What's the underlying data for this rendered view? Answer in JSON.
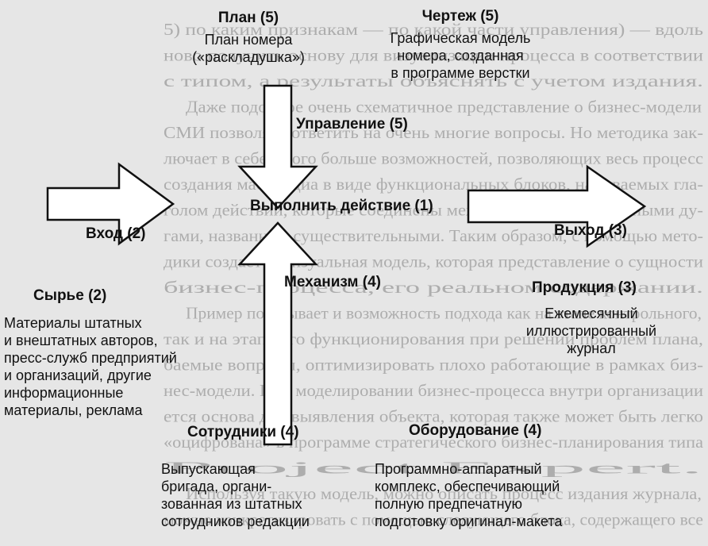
{
  "background_text_lines": [
    "5) по каким признакам — по какой части управления) — вдоль",
    "ново получить основу для визуализации процесса в соответствии",
    "с типом, а результаты объяснять с учетом издания.",
    "Даже подобное очень схематичное представление о бизнес-модели",
    "СМИ позволяет ответить на очень многие вопросы. Но методика зак-",
    "лючает в себе много больше возможностей, позволяющих весь процесс",
    "создания массмедиа в виде функциональных блоков, называемых гла-",
    "голом действий, которые соединены между собой интерфейсными ду-",
    "гами, названных существительными. Таким образом, с помощью мето-",
    "дики создается визуальная модель, которая представление о сущности",
    "бизнес-процесса, его реальном содержании.",
    "Пример показывает и возможность подхода как на этапе контрольного,",
    "так и на этапе его функционирования при решении проблем плана,",
    "баемые вопросы, оптимизировать плохо работающие в рамках биз-",
    "нес-модели. При моделировании бизнес-процесса внутри организации",
    "ется основа для выявления объекта, которая также может быть легко",
    "«оцифрована» в программе стратегического бизнес-планирования типа",
    "Project Expert.",
    "Используя такую модель, можно описать процесс издания журнала,",
    "можно конкретизировать с помощью следующего блока, содержащего все"
  ],
  "plan": {
    "title": "План (5)",
    "lines": [
      "План номера",
      "(«раскладушка»)"
    ]
  },
  "drawing": {
    "title": "Чертеж (5)",
    "lines": [
      "Графическая модель",
      "номера, созданная",
      "в программе верстки"
    ]
  },
  "control": {
    "title": "Управление (5)"
  },
  "action": {
    "title": "Выполнить действие (1)"
  },
  "input": {
    "title": "Вход (2)"
  },
  "output": {
    "title": "Выход (3)"
  },
  "mechanism": {
    "title": "Механизм (4)"
  },
  "raw": {
    "title": "Сырье (2)",
    "lines": [
      "Материалы штатных",
      "и внештатных авторов,",
      "пресс-служб предприятий",
      "и организаций, другие",
      "информационные",
      "материалы, реклама"
    ]
  },
  "product": {
    "title": "Продукция (3)",
    "lines": [
      "Ежемесячный",
      "иллюстрированный",
      "журнал"
    ]
  },
  "staff": {
    "title": "Сотрудники (4)",
    "lines": [
      "Выпускающая",
      "бригада, органи-",
      "зованная из штатных",
      "сотрудников редакции"
    ]
  },
  "equipment": {
    "title": "Оборудование (4)",
    "lines": [
      "Программно-аппаратный",
      "комплекс, обеспечивающий",
      "полную предпечатную",
      "подготовку оригинал-макета"
    ]
  }
}
